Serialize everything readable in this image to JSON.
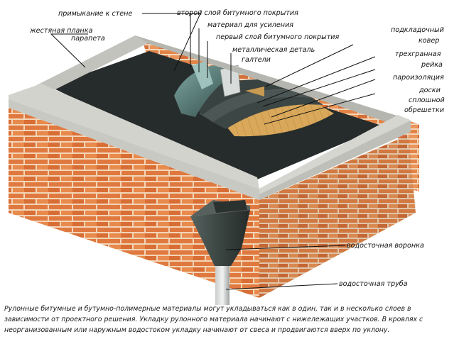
{
  "labels": {
    "wall_junction": "примыкание к стене",
    "second_bitumen_layer": "второй слой битумного покрытия",
    "reinforcement": "материал для усиления",
    "tin_strip": "жестяная планка",
    "parapet": "парапета",
    "first_bitumen_layer": "первый слой битумного покрытия",
    "underlay_1": "подкладочный",
    "underlay_2": "ковер",
    "metal_fillet_1": "металлическая деталь",
    "metal_fillet_2": "галтели",
    "triangular_batten_1": "трехгранная",
    "triangular_batten_2": "рейка",
    "vapor_barrier": "пароизоляция",
    "sheathing_1": "доски",
    "sheathing_2": "сплошной",
    "sheathing_3": "обрешетки",
    "drain_funnel": "водосточная воронка",
    "drain_pipe": "водосточная труба"
  },
  "caption": "Рулонные битумные и бутумно-полимерные материалы могут укладываться как в один, так и в несколько слоев в зависимости от проектного решения. Укладку рулонного материала начинают с нижележащих участков. В кровлях с неорганизованным или наружным водостоком укладку начинают от свеса и продвигаются вверх по уклону.",
  "colors": {
    "brick": "#e0793f",
    "mortar": "#f2d5b8",
    "coping": "#b9b9b3",
    "bitumen": "#2b3130",
    "wood": "#d9a85a",
    "funnel": "#3d4744"
  }
}
